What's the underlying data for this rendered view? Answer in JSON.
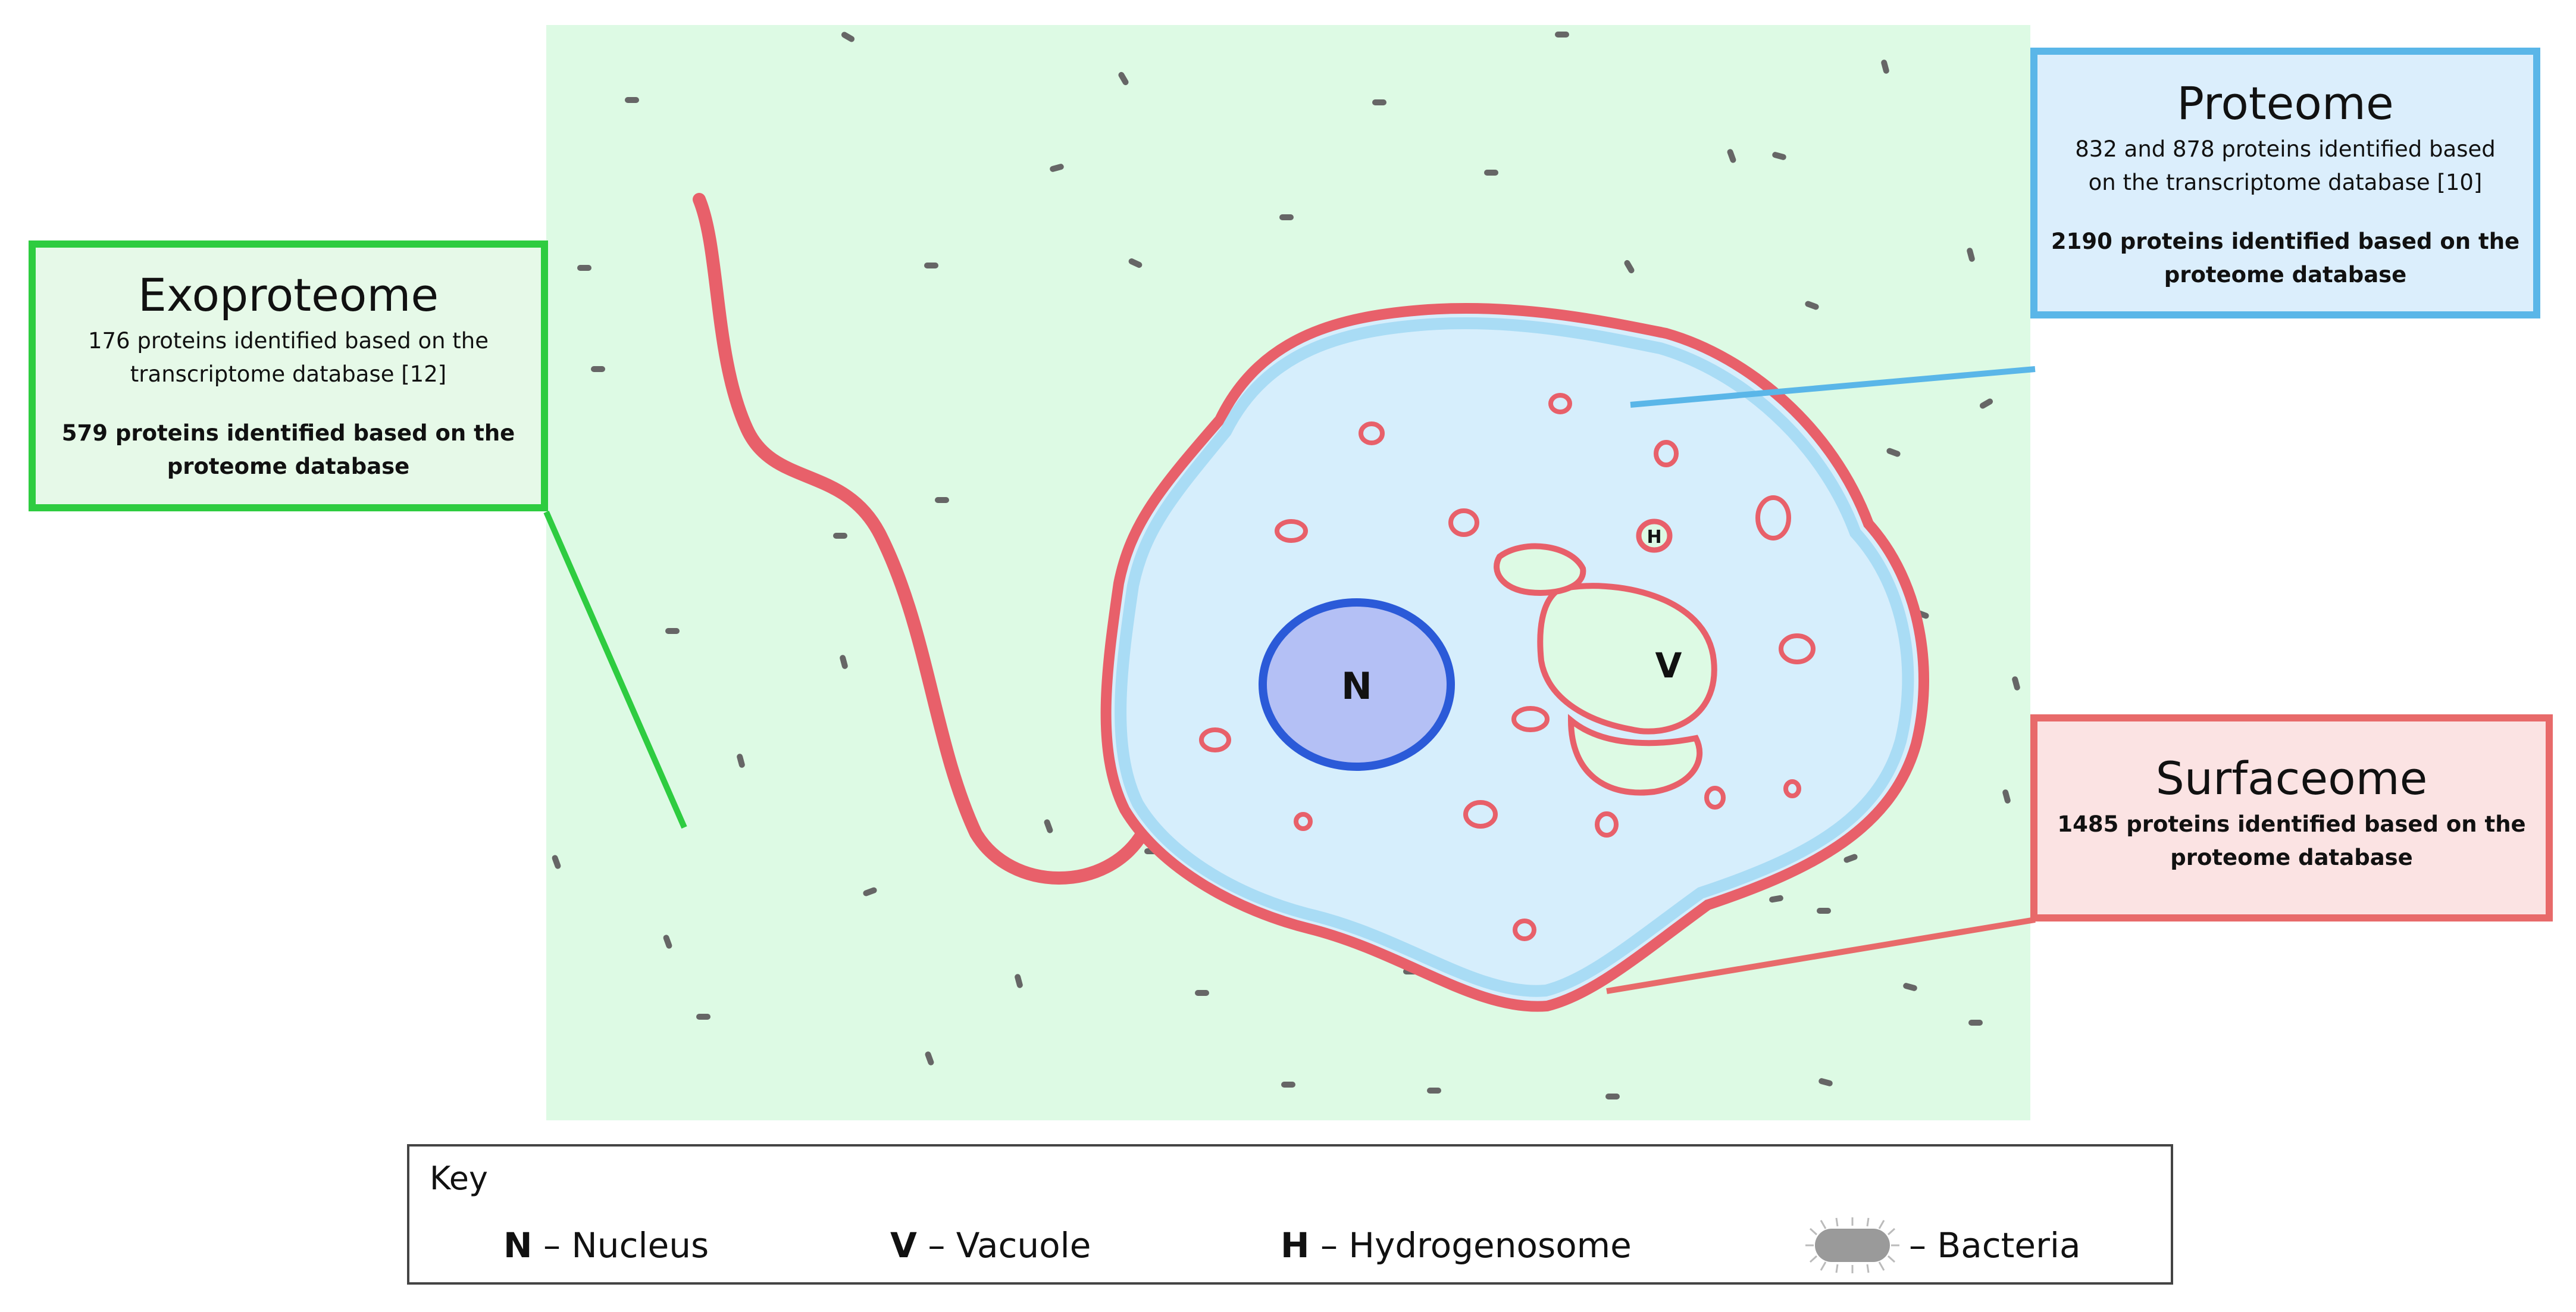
{
  "exoproteome": {
    "title": "Exoproteome",
    "line1": "176 proteins identified based on the",
    "line2": "transcriptome database [12]",
    "bold1": "579 proteins identified based on the",
    "bold2": "proteome database",
    "color": "#2ecc40"
  },
  "proteome": {
    "title": "Proteome",
    "line1": "832 and 878 proteins identified based",
    "line2": "on the transcriptome database [10]",
    "bold1": "2190 proteins identified based on the",
    "bold2": "proteome database",
    "color": "#5ab6e8"
  },
  "surfaceome": {
    "title": "Surfaceome",
    "bold1": "1485 proteins identified based on the",
    "bold2": "proteome database",
    "color": "#e86a6a"
  },
  "cell": {
    "nucleus_label": "N",
    "vacuole_label": "V",
    "hydrogenosome_label": "H",
    "membrane_color": "#e8606a",
    "cytoplasm_color": "#d6eefc",
    "nucleus_color": "#b4c0f5",
    "medium_color": "#ddfae4",
    "bacteria_color": "#666666"
  },
  "key": {
    "title": "Key",
    "n_letter": "N",
    "n_text": " – Nucleus",
    "v_letter": "V",
    "v_text": " – Vacuole",
    "h_letter": "H",
    "h_text": " – Hydrogenosome",
    "b_text": " – Bacteria",
    "bacteria_icon": "bacteria-icon"
  }
}
